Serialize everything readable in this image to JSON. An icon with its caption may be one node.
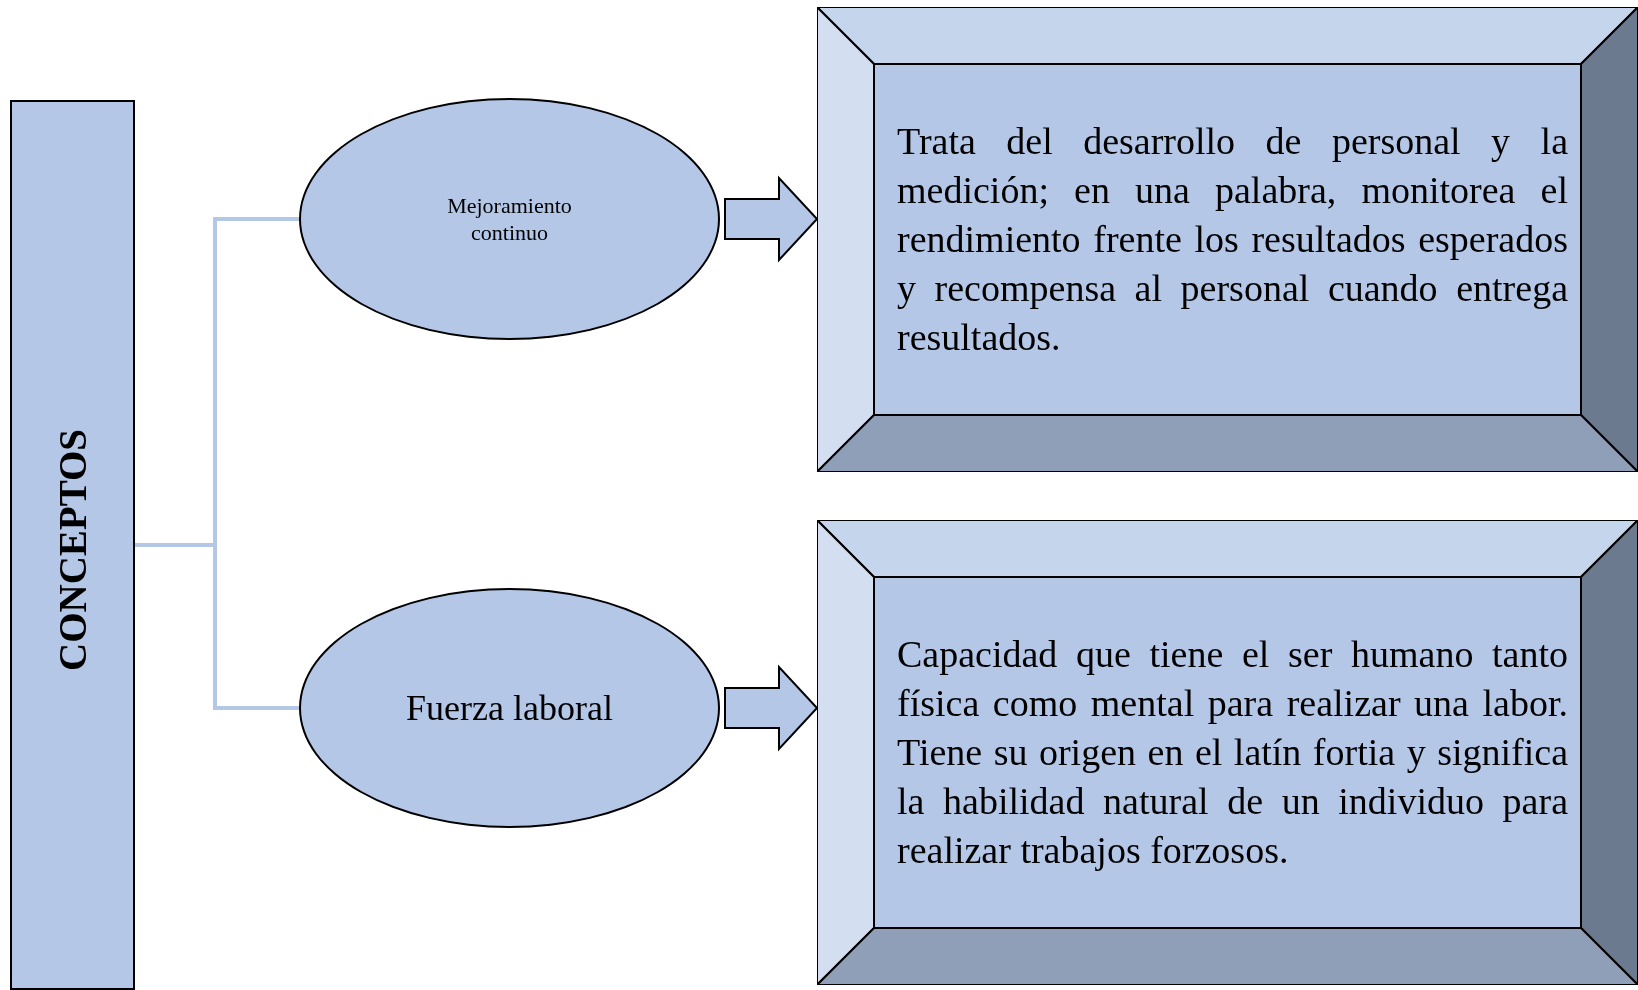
{
  "diagram": {
    "nodes": [
      {
        "text": [
          "CONCEPTOS"
        ]
      },
      {
        "text": [
          "Mejoramiento continuo"
        ]
      },
      {
        "text": [
          "Fuerza laboral"
        ]
      },
      {
        "text": [
          "Trata del desarrollo de personal y la medición; en una palabra, monitorea el rendimiento frente los resultados esperados y recompensa al personal cuando entrega resultados."
        ]
      },
      {
        "text": [
          "Capacidad que tiene el ser humano tanto física como mental para realizar una labor. Tiene su origen en el latín fortia y significa la habilidad natural de un individuo para realizar trabajos forzosos."
        ]
      }
    ],
    "edges": [
      {
        "from": 0,
        "to": 1,
        "arrow": "none",
        "color": "#b4c7e7"
      },
      {
        "from": 0,
        "to": 2,
        "arrow": "none",
        "color": "#b4c7e7"
      },
      {
        "from": 1,
        "to": 3,
        "arrow": "to",
        "style": "thick"
      },
      {
        "from": 2,
        "to": 4,
        "arrow": "to",
        "style": "thick"
      }
    ]
  }
}
